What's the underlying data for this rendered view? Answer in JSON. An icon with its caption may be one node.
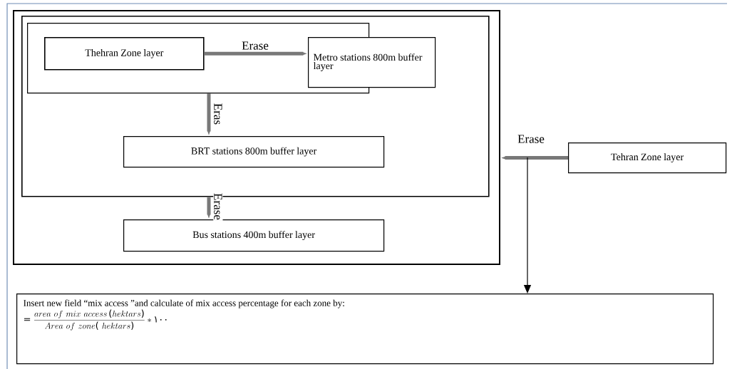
{
  "diagram": {
    "nodes": [
      {
        "text": [],
        "shape": "box"
      },
      {
        "text": [],
        "shape": "box",
        "in": 0
      },
      {
        "text": [],
        "shape": "box",
        "in": 1
      },
      {
        "text": [
          "Thehran Zone layer"
        ],
        "in": 2
      },
      {
        "text": [
          "Metro stations 800m buffer layer"
        ],
        "in": 1
      },
      {
        "text": [
          "BRT stations 800m buffer layer"
        ],
        "in": 1
      },
      {
        "text": [
          "Bus stations 400m buffer layer"
        ],
        "in": 0
      },
      {
        "text": [
          "Tehran Zone layer"
        ]
      },
      {
        "text": [
          "Insert new field “mix access ”and calculate of mix access percentage for each zone by:",
          "=\\frac{area\\ of\\ mix\\ access\\,(hektars)}{Area\\ of\\ zone(\\ hektars)}*١٠٠"
        ]
      }
    ],
    "edges": [
      {
        "from": 3,
        "to": 4,
        "arrow": "to",
        "label": "Erase"
      },
      {
        "from": 2,
        "to": 5,
        "arrow": "to",
        "label": "Eras"
      },
      {
        "from": 1,
        "to": 6,
        "arrow": "to",
        "label": "Erase"
      },
      {
        "from": 7,
        "to": 0,
        "arrow": "to",
        "label": "Erase"
      },
      {
        "from": null,
        "to": 8,
        "arrow": "to",
        "color": "#000000"
      }
    ]
  }
}
